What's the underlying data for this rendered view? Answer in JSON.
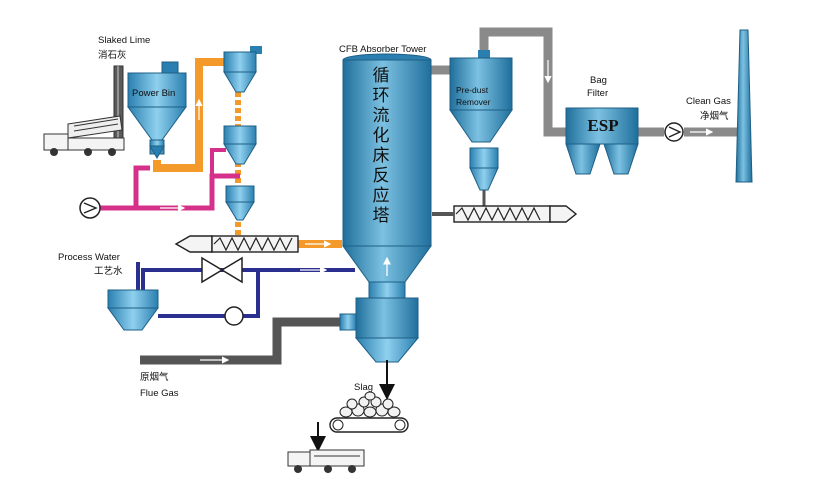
{
  "labels": {
    "slaked_lime_en": "Slaked Lime",
    "slaked_lime_cn": "消石灰",
    "power_bin": "Power Bin",
    "cfb_tower": "CFB Absorber Tower",
    "tower_cn": [
      "循",
      "环",
      "流",
      "化",
      "床",
      "反",
      "应",
      "塔"
    ],
    "predust_line1": "Pre-dust",
    "predust_line2": "Remover",
    "bag_filter_line1": "Bag",
    "bag_filter_line2": "Filter",
    "esp": "ESP",
    "clean_gas_en": "Clean Gas",
    "clean_gas_cn": "净烟气",
    "process_water_en": "Process Water",
    "process_water_cn": "工艺水",
    "flue_gas_cn": "原烟气",
    "flue_gas_en": "Flue Gas",
    "slag": "Slag"
  },
  "colors": {
    "vessel_fill": "#3a90bf",
    "vessel_dark": "#1f6f9c",
    "vessel_light": "#7cc1e2",
    "orange_pipe": "#f39a2a",
    "magenta_pipe": "#d6318a",
    "blue_pipe": "#2b2f8f",
    "gray_pipe": "#8a8a8a",
    "dark_gray_pipe": "#555555"
  },
  "icons": [
    "fan-icon",
    "valve-icon",
    "truck-icon",
    "screw-conveyor-icon",
    "belt-conveyor-icon",
    "chimney-icon"
  ]
}
